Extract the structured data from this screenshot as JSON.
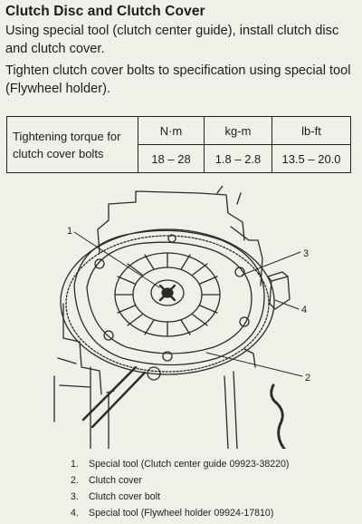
{
  "heading": "Clutch Disc and Clutch Cover",
  "paragraphs": [
    "Using special tool (clutch center guide), install clutch disc and clutch cover.",
    "Tighten clutch cover bolts to specification using special tool (Flywheel holder)."
  ],
  "torque_table": {
    "label": "Tightening torque for clutch cover bolts",
    "units": [
      "N·m",
      "kg-m",
      "lb-ft"
    ],
    "values": [
      "18 – 28",
      "1.8 – 2.8",
      "13.5 – 20.0"
    ]
  },
  "figure": {
    "callouts": [
      "1",
      "2",
      "3",
      "4"
    ]
  },
  "legend": [
    {
      "num": "1.",
      "text": "Special tool (Clutch center guide 09923-38220)"
    },
    {
      "num": "2.",
      "text": "Clutch cover"
    },
    {
      "num": "3.",
      "text": "Clutch cover bolt"
    },
    {
      "num": "4.",
      "text": "Special tool (Flywheel holder 09924-17810)"
    }
  ]
}
